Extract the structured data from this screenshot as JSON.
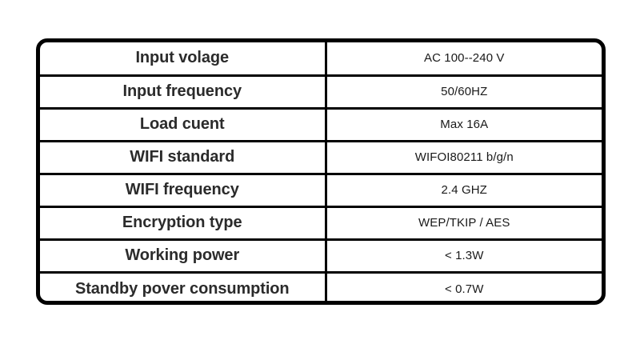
{
  "document": {
    "type": "specification-table",
    "columns": 2,
    "row_count": 8,
    "colors": {
      "border": "#000000",
      "label_text": "#2b2b2b",
      "value_text": "#1a1a1a",
      "background": "#ffffff"
    },
    "rows": [
      {
        "label": "Input volage",
        "value": "AC 100--240 V"
      },
      {
        "label": "Input frequency",
        "value": "50/60HZ"
      },
      {
        "label": "Load cuent",
        "value": "Max 16A"
      },
      {
        "label": "WIFI standard",
        "value": "WIFOI80211 b/g/n"
      },
      {
        "label": "WIFI frequency",
        "value": "2.4 GHZ"
      },
      {
        "label": "Encryption type",
        "value": "WEP/TKIP / AES"
      },
      {
        "label": "Working power",
        "value": "< 1.3W"
      },
      {
        "label": "Standby pover consumption",
        "value": "< 0.7W"
      }
    ]
  }
}
